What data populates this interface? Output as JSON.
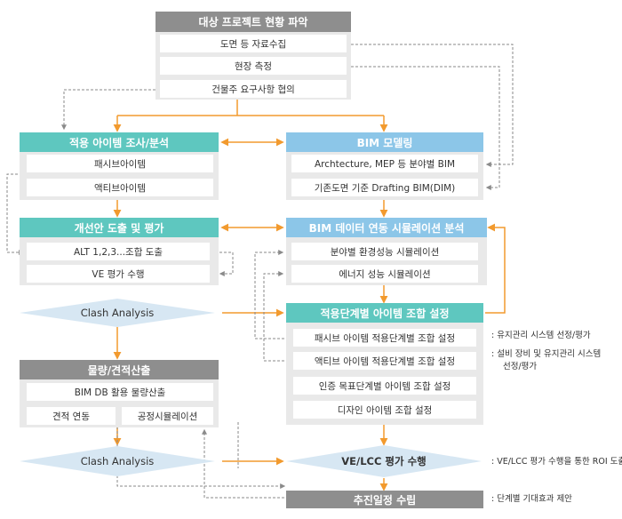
{
  "top": {
    "title": "대상 프로젝트 현황 파악",
    "items": [
      "도면 등 자료수집",
      "현장 측정",
      "건물주 요구사항 협의"
    ]
  },
  "left": {
    "survey": {
      "title": "적용 아이템 조사/분석",
      "items": [
        "패시브아이템",
        "액티브아이템"
      ]
    },
    "improve": {
      "title": "개선안 도출 및 평가",
      "items": [
        "ALT 1,2,3...조합 도출",
        "VE 평가 수행"
      ]
    },
    "clash1": "Clash Analysis",
    "quantity": {
      "title": "물량/견적산출",
      "item_full": "BIM DB 활용 물량산출",
      "item_left": "견적 연동",
      "item_right": "공정시뮬레이션"
    },
    "clash2": "Clash Analysis"
  },
  "right": {
    "modeling": {
      "title": "BIM 모델링",
      "items": [
        "Archtecture, MEP 등 분야별 BIM",
        "기존도면 기준 Drafting BIM(DIM)"
      ]
    },
    "simulation": {
      "title": "BIM 데이터 연동 시뮬레이션 분석",
      "items": [
        "분야별 환경성능 시뮬레이션",
        "에너지 성능 시뮬레이션"
      ]
    },
    "combination": {
      "title": "적용단계별 아이템 조합 설정",
      "items": [
        "패시브 아이템 적용단계별 조합 설정",
        "액티브 아이템 적용단계별 조합 설정",
        "인증 목표단계별 아이템 조합 설정",
        "디자인 아이템 조합 설정"
      ]
    },
    "ve_lcc": "VE/LCC 평가 수행",
    "schedule": "추진일정 수립"
  },
  "notes": {
    "n1": ": 유지관리 시스템 선정/평가",
    "n2a": ": 설비 장비  및 유지관리 시스템",
    "n2b": "선정/평가",
    "n3": ": VE/LCC 평가 수행을 통한  ROI 도출",
    "n4": ": 단계별 기대효과 제안"
  },
  "colors": {
    "teal": "#5ec7bf",
    "blue": "#8cc6e8",
    "gray": "#8e8e8e",
    "arrow": "#f29a2e",
    "diamond": "#d7e7f3",
    "dashed": "#8a8a8a"
  }
}
